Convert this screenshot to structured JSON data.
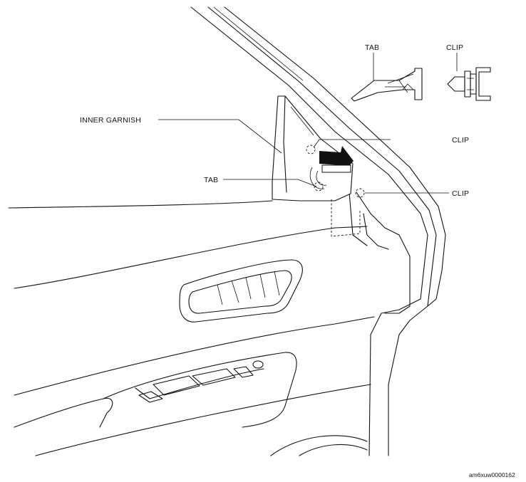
{
  "labels": {
    "inner_garnish": "INNER GARNISH",
    "tab_main": "TAB",
    "clip_upper": "CLIP",
    "clip_lower": "CLIP",
    "tab_detail": "TAB",
    "clip_detail": "CLIP"
  },
  "figure_id": "am6xuw0000162"
}
